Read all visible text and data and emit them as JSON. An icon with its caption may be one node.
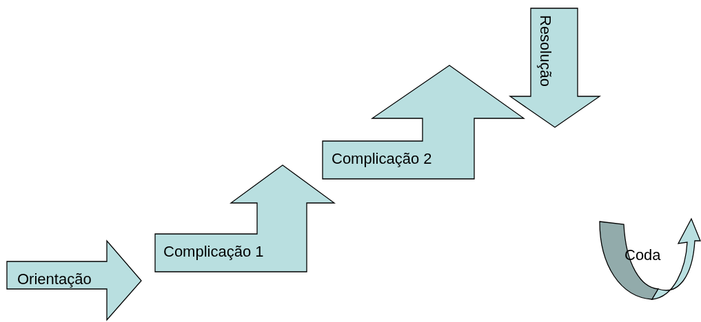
{
  "diagram": {
    "nodes": [
      {
        "text": [
          "Orientação"
        ]
      },
      {
        "text": [
          "Complicação 1"
        ]
      },
      {
        "text": [
          "Complicação 2"
        ]
      },
      {
        "text": [
          "Resolução"
        ]
      },
      {
        "text": [
          "Coda"
        ]
      }
    ]
  }
}
